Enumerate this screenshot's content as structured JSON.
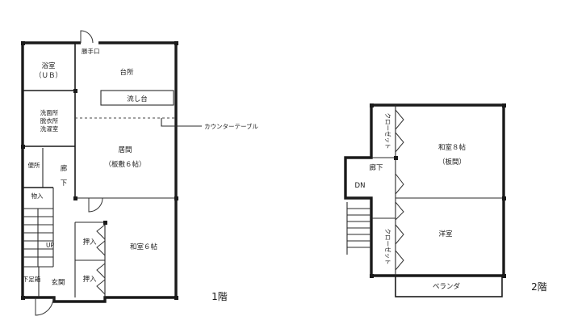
{
  "floor1": {
    "title": "1階",
    "rooms": {
      "bath": "浴室",
      "bath_sub": "（ＵＢ）",
      "service_entrance": "勝手口",
      "kitchen": "台所",
      "sink": "流し台",
      "washroom_1": "洗面所",
      "washroom_2": "脱衣所",
      "washroom_3": "洗濯室",
      "counter_table": "カウンターテーブル",
      "living": "居間",
      "living_sub": "（板敷６帖）",
      "toilet": "便所",
      "hall": "廊",
      "hall_2": "下",
      "storage": "物入",
      "stair_up": "UP",
      "closet_1": "押入",
      "closet_2": "押入",
      "washitsu": "和室６帖",
      "shoebox": "下足箱",
      "entrance": "玄関"
    }
  },
  "floor2": {
    "title": "2階",
    "rooms": {
      "closet_top": "クローゼット",
      "washitsu": "和室８帖",
      "washitsu_sub": "（板間）",
      "hall": "廊下",
      "stair_down": "DN",
      "closet_bottom": "クローゼット",
      "western": "洋室",
      "veranda": "ベランダ"
    }
  }
}
